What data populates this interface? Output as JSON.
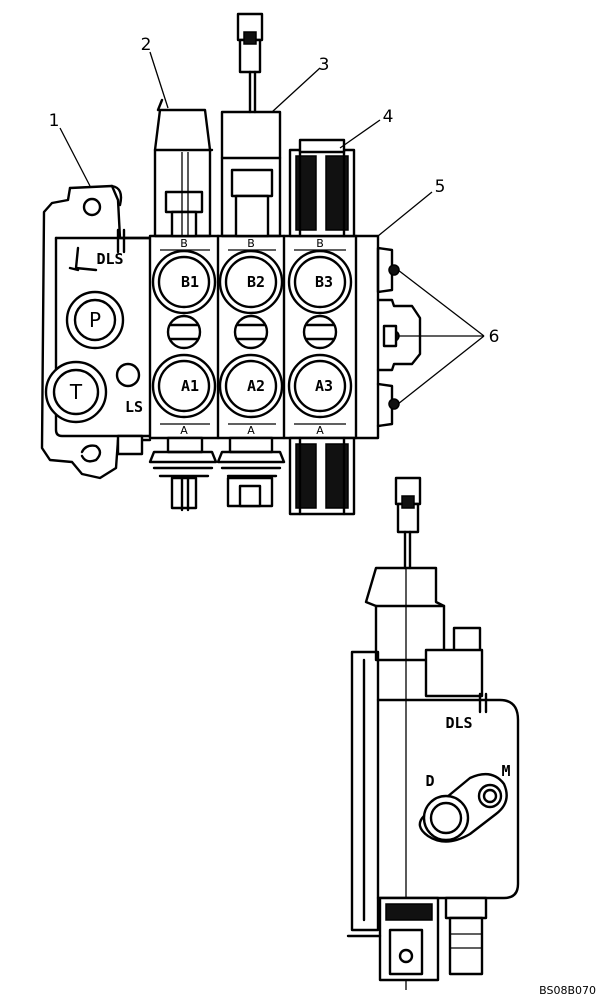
{
  "callouts": {
    "c1": "1",
    "c2": "2",
    "c3": "3",
    "c4": "4",
    "c5": "5",
    "c6": "6"
  },
  "front_view": {
    "port_dls": "DLS",
    "port_p": "P",
    "port_t": "T",
    "port_ls": "LS",
    "section_ports": {
      "b1": "B1",
      "b2": "B2",
      "b3": "B3",
      "a1": "A1",
      "a2": "A2",
      "a3": "A3"
    }
  },
  "side_view": {
    "port_dls": "DLS",
    "port_d": "D",
    "port_m": "M"
  },
  "drawing_code": "BS08B070"
}
